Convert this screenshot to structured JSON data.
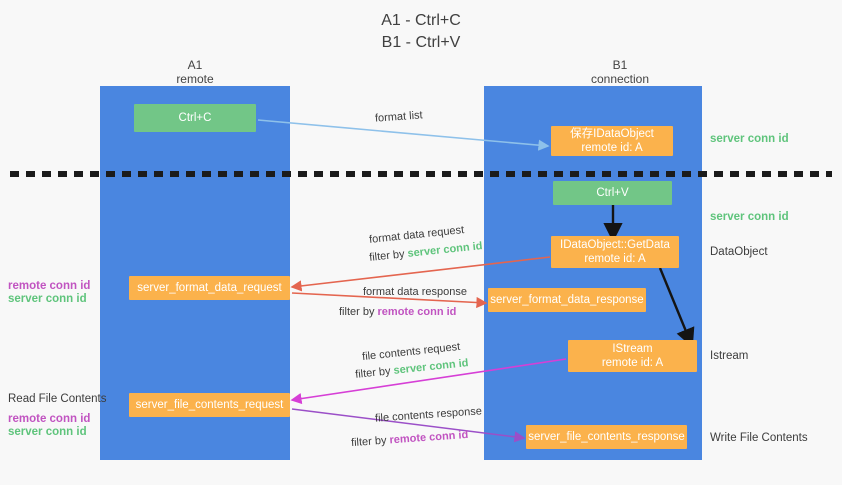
{
  "title": {
    "line1": "A1 - Ctrl+C",
    "line2": "B1 - Ctrl+V"
  },
  "lanes": [
    {
      "id": "a1",
      "name": "A1",
      "sub": "remote",
      "color": "#4a86e0"
    },
    {
      "id": "b1",
      "name": "B1",
      "sub": "connection",
      "color": "#4a86e0"
    }
  ],
  "boxes": {
    "ctrl_c": {
      "line1": "Ctrl+C",
      "line2": "",
      "color": "#72c687"
    },
    "save_dataobject": {
      "line1": "保存IDataObject",
      "line2": "remote id: A",
      "color": "#fbb24c"
    },
    "ctrl_v": {
      "line1": "Ctrl+V",
      "line2": "",
      "color": "#72c687"
    },
    "getdata": {
      "line1": "IDataObject::GetData",
      "line2": "remote id: A",
      "color": "#fbb24c"
    },
    "fmt_req": {
      "line1": "server_format_data_request",
      "line2": "",
      "color": "#fbb24c"
    },
    "fmt_resp": {
      "line1": "server_format_data_response",
      "line2": "",
      "color": "#fbb24c"
    },
    "istream": {
      "line1": "IStream",
      "line2": "remote id: A",
      "color": "#fbb24c"
    },
    "file_req": {
      "line1": "server_file_contents_request",
      "line2": "",
      "color": "#fbb24c"
    },
    "file_resp": {
      "line1": "server_file_contents_response",
      "line2": "",
      "color": "#fbb24c"
    }
  },
  "right_labels": {
    "server_conn_id_top": "server conn id",
    "server_conn_id_mid": "server conn id",
    "dataobject": "DataObject",
    "istream": "Istream",
    "write_file_contents": "Write File Contents"
  },
  "left_labels": {
    "remote_conn_id_1": "remote conn id",
    "server_conn_id_1": "server conn id",
    "read_file_contents": "Read File Contents",
    "remote_conn_id_2": "remote conn id",
    "server_conn_id_2": "server conn id"
  },
  "edges": {
    "format_list": "format list",
    "fmt_req_title": "format data request",
    "fmt_req_filter_pre": "filter by",
    "fmt_req_filter_key": "server conn id",
    "fmt_resp_title": "format data response",
    "fmt_resp_filter_pre": "filter by",
    "fmt_resp_filter_key": "remote conn id",
    "file_req_title": "file contents request",
    "file_req_filter_pre": "filter by",
    "file_req_filter_key": "server conn id",
    "file_resp_title": "file contents response",
    "file_resp_filter_pre": "filter by",
    "file_resp_filter_key": "remote conn id"
  },
  "colors": {
    "lane": "#4a86e0",
    "green_box": "#72c687",
    "orange_box": "#fbb24c",
    "green_text": "#5fc47c",
    "purple_text": "#c154c1",
    "arrow_blue": "#8ec1ea",
    "arrow_red": "#e4654f",
    "arrow_magenta": "#d63fd6",
    "arrow_purple": "#9b4fc8",
    "arrow_black": "#141414",
    "divider": "#1b1b1b",
    "background": "#f8f8f8"
  }
}
